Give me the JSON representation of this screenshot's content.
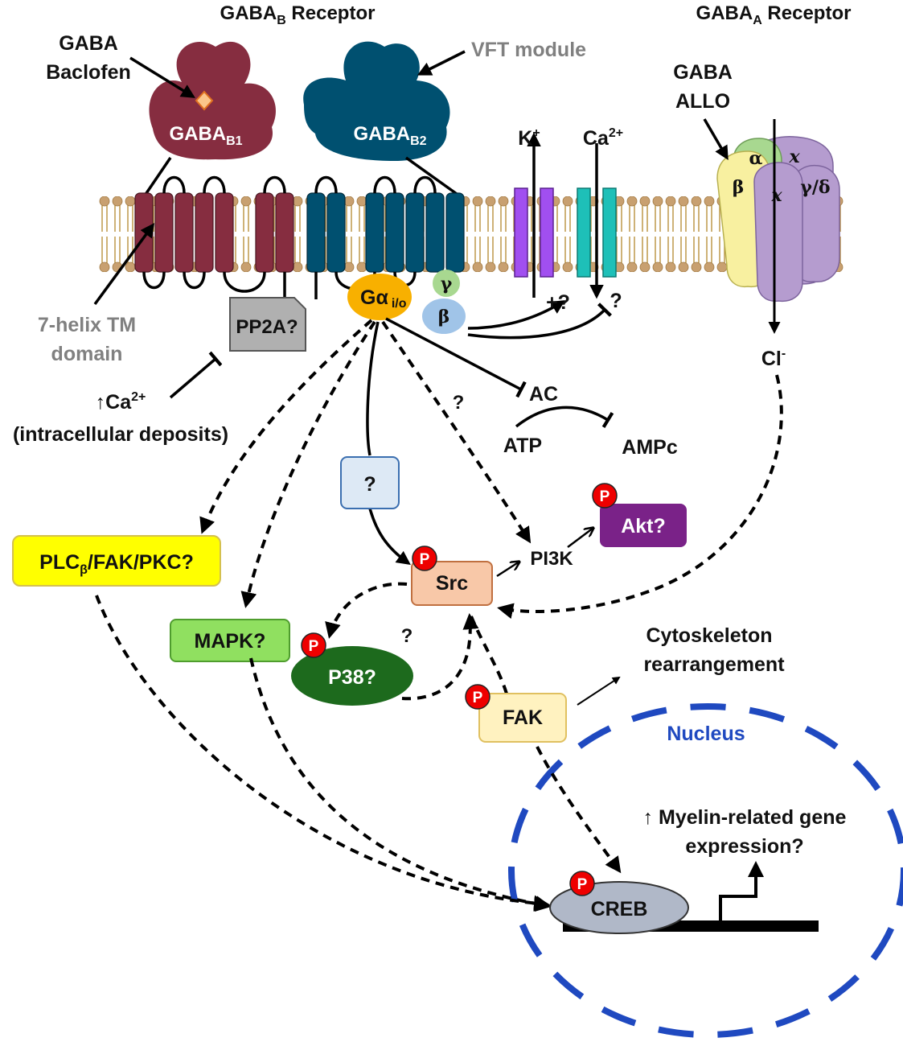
{
  "labels": {
    "gabab_receptor": "GABA",
    "gabab_receptor_sub": "B",
    "gabab_receptor_suffix": " Receptor",
    "gabaa_receptor": "GABA",
    "gabaa_receptor_sub": "A",
    "gabaa_receptor_suffix": " Receptor",
    "ligand_gaba": "GABA",
    "ligand_baclofen": "Baclofen",
    "vft_module": "VFT module",
    "gabab1": "GABA",
    "gabab1_sub": "B1",
    "gabab2": "GABA",
    "gabab2_sub": "B2",
    "gabaa_ligand_gaba": "GABA",
    "gabaa_ligand_allo": "ALLO",
    "k_ion": "K",
    "k_sup": "+",
    "ca_ion": "Ca",
    "ca_sup": "2+",
    "seven_helix_1": "7-helix TM",
    "seven_helix_2": "domain",
    "pp2a": "PP2A?",
    "galpha": "Gα",
    "galpha_sub": "i/o",
    "gamma": "γ",
    "beta": "β",
    "plus_q": "+?",
    "minus_q": "?",
    "cl_ion": "Cl",
    "cl_sup": "-",
    "ca_deposit_arrow": "↑",
    "ca_deposit_ca": "Ca",
    "ca_deposit_sup": "2+",
    "ca_deposit_2": "(intracellular deposits)",
    "ac": "AC",
    "atp": "ATP",
    "ampc": "AMPc",
    "q_mid": "?",
    "q_box": "?",
    "q_p38": "?",
    "plc": "PLC",
    "plc_sub": "β",
    "plc_rest": "/FAK/PKC?",
    "pi3k": "PI3K",
    "akt": "Akt?",
    "src": "Src",
    "mapk": "MAPK?",
    "p38": "P38?",
    "fak": "FAK",
    "cyto_1": "Cytoskeleton",
    "cyto_2": "rearrangement",
    "nucleus": "Nucleus",
    "myelin_1": "↑ Myelin-related gene",
    "myelin_2": "expression?",
    "creb": "CREB",
    "phospho": "P"
  },
  "gabaa_subunits": {
    "alpha": "α",
    "beta": "β",
    "x_top": "x",
    "x_mid": "x",
    "gamma_delta": "γ/δ"
  },
  "colors": {
    "gabab1": "#862d40",
    "gabab2": "#005070",
    "lipid_head": "#c8a070",
    "lipid_tail": "#b8903c",
    "k_channel": "#a14ff0",
    "ca_channel": "#1ec0b8",
    "galpha": "#f8b000",
    "gamma": "#a8d890",
    "beta": "#a0c4e8",
    "pp2a": "#b0b0b0",
    "plc": "#ffff00",
    "mapk": "#90e060",
    "p38": "#1d6a1d",
    "src": "#f8c8a8",
    "akt": "#7a2288",
    "fak": "#fff2c0",
    "creb": "#b0b8c8",
    "nucleus": "#1f49c0",
    "phospho": "#ee0000"
  }
}
